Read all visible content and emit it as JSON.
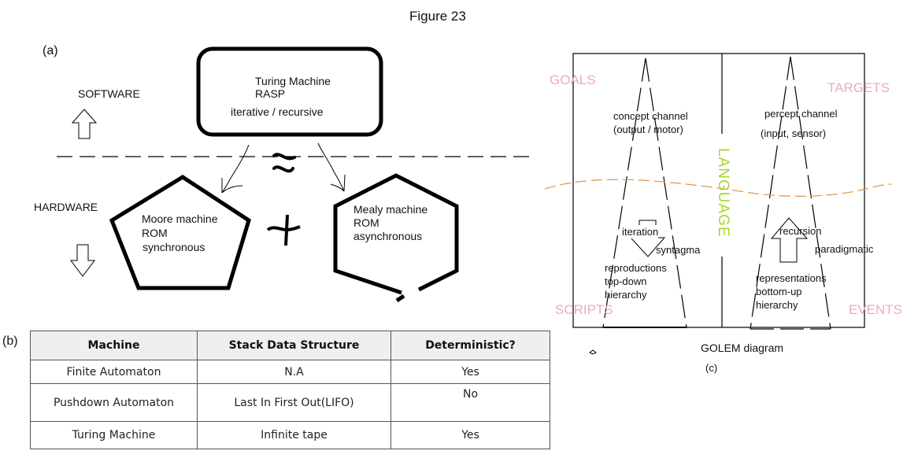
{
  "figure_title": "Figure 23",
  "panel_a": {
    "label": "(a)",
    "software_label": "SOFTWARE",
    "hardware_label": "HARDWARE",
    "turing_box": {
      "line1": "Turing Machine",
      "line2": "RASP",
      "line3": "iterative / recursive"
    },
    "approx_symbol": "≈",
    "plus_symbol": "+",
    "moore": {
      "line1": "Moore machine",
      "line2": "ROM",
      "line3": "synchronous"
    },
    "mealy": {
      "line1": "Mealy machine",
      "line2": "ROM",
      "line3": "asynchronous"
    }
  },
  "panel_b": {
    "label": "(b)",
    "columns": [
      "Machine",
      "Stack Data Structure",
      "Deterministic?"
    ],
    "rows": [
      [
        "Finite Automaton",
        "N.A",
        "Yes"
      ],
      [
        "Pushdown Automaton",
        "Last In First Out(LIFO)",
        "No"
      ],
      [
        "Turing Machine",
        "Infinite tape",
        "Yes"
      ]
    ]
  },
  "panel_c": {
    "caption": "GOLEM diagram",
    "label": "(c)",
    "corners": {
      "goals": "GOALS",
      "targets": "TARGETS",
      "scripts": "SCRIPTS",
      "events": "EVENTS"
    },
    "center_label": "LANGUAGE",
    "left_channel": {
      "line1": "concept channel",
      "line2": "(output /  motor)",
      "arrow_label": "iteration",
      "side_label": "syntagma",
      "bottom1": "reproductions",
      "bottom2": "top-down",
      "bottom3": "hierarchy"
    },
    "right_channel": {
      "line1": "percept channel",
      "line2": "(input, sensor)",
      "arrow_label": "recursion",
      "side_label": "paradigmatic",
      "bottom1": "representations",
      "bottom2": "bottom-up",
      "bottom3": "hierarchy"
    },
    "colors": {
      "corner_text": "#f0a8c4",
      "language_text": "#a9d62c",
      "boundary_curve": "#e0924a"
    }
  }
}
